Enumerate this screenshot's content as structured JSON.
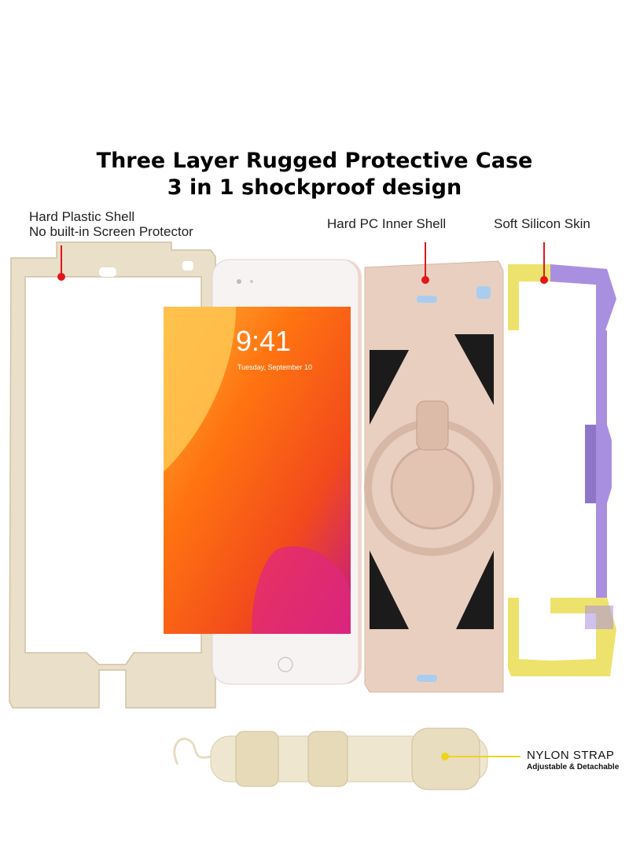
{
  "title": {
    "line1": "Three Layer Rugged Protective Case",
    "line2": "3 in 1 shockproof design"
  },
  "labels": {
    "hard_plastic_shell": "Hard Plastic Shell",
    "no_screen_protector": "No built-in Screen Protector",
    "hard_pc_inner_shell": "Hard PC Inner Shell",
    "soft_silicon_skin": "Soft Silicon Skin",
    "nylon_strap": "NYLON STRAP",
    "adjustable_detachable": "Adjustable & Detachable"
  },
  "tablet_screen": {
    "time": "9:41",
    "date": "Tuesday, September 10"
  },
  "colors": {
    "shell": "#eadfc8",
    "inner_shell": "#e9cfc0",
    "skin_purple": "#a98fe0",
    "skin_yellow": "#ede36c",
    "pointer": "#e3161c",
    "strap_pointer": "#ecd51d"
  }
}
